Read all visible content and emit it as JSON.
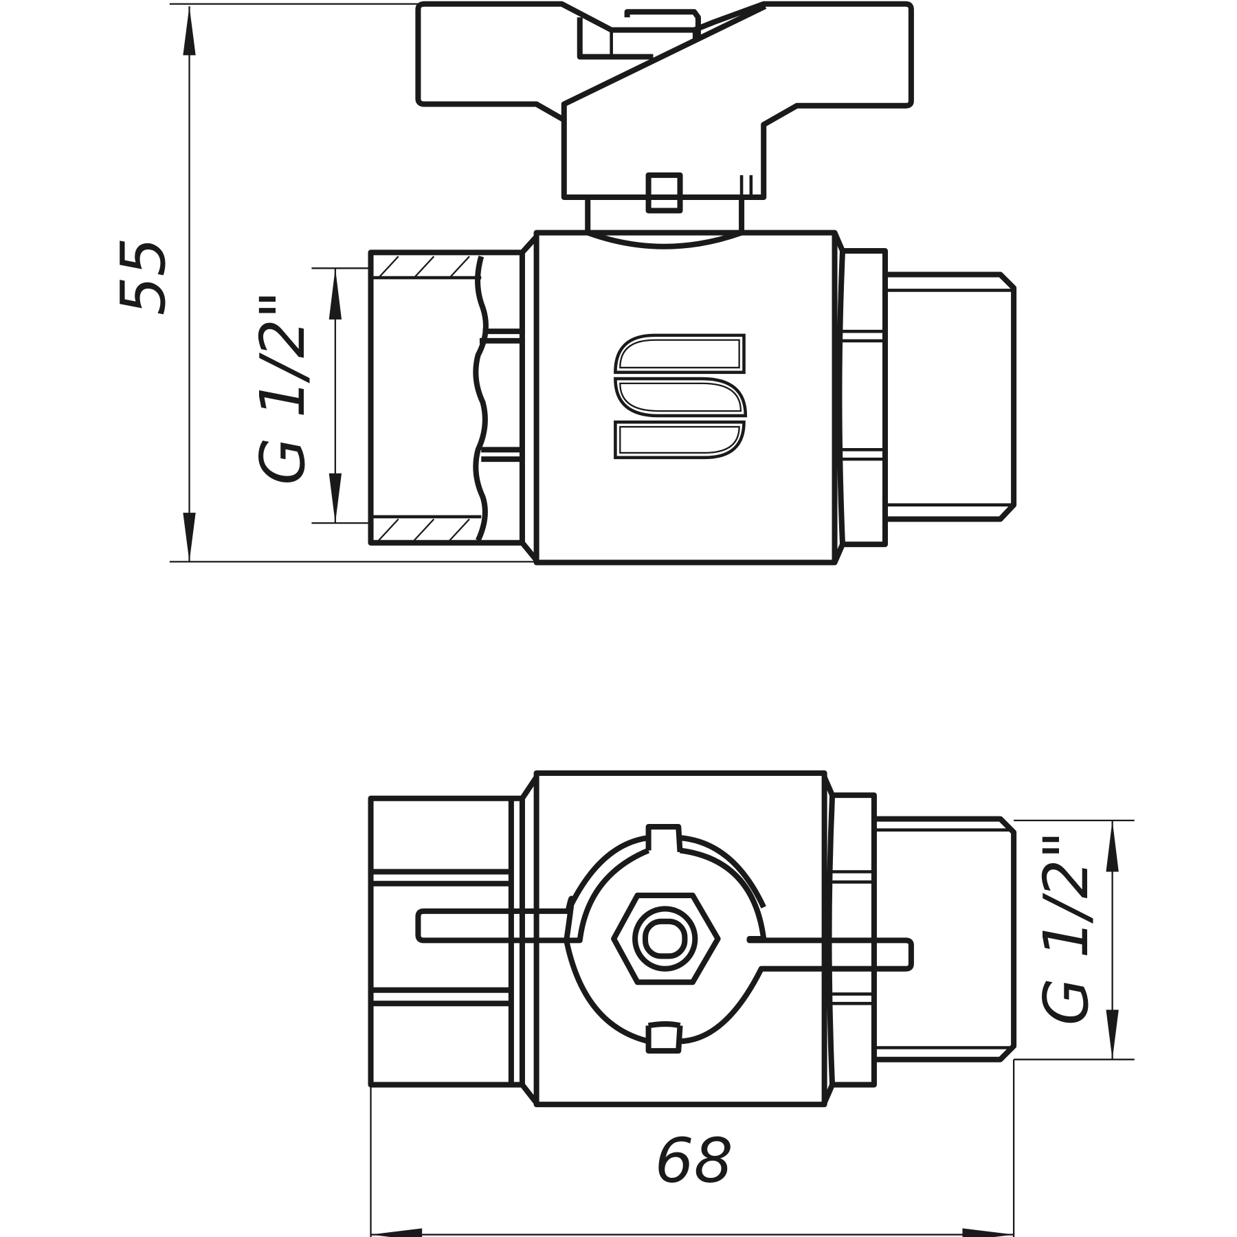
{
  "drawing": {
    "height_dimension": "55",
    "length_dimension": "68",
    "thread_female": "G 1/2\"",
    "thread_male": "G 1/2\""
  },
  "colors": {
    "line": "#1a1a1a",
    "background": "#ffffff"
  }
}
